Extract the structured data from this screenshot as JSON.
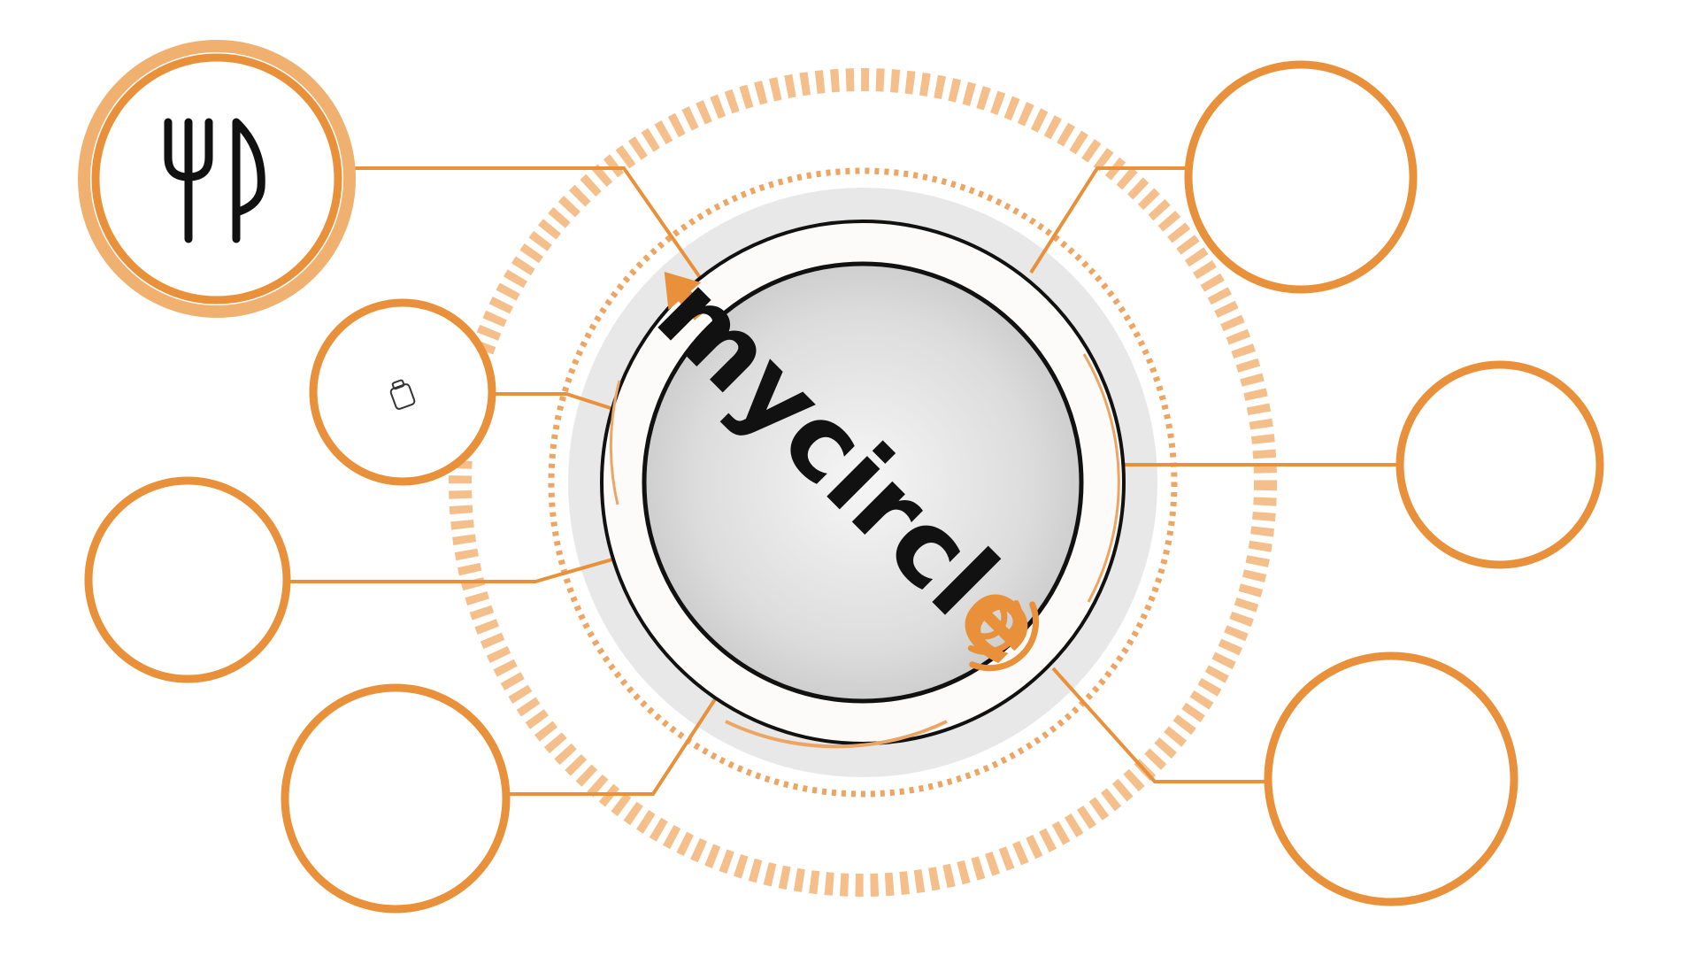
{
  "logo": {
    "text_base": "mycircl",
    "text_accent": "e"
  },
  "colors": {
    "accent": "#E8913A",
    "accent_light": "#F4BF8A",
    "hub_outline": "#111111",
    "hub_fill": "#E6E6E6",
    "page_background": "#FFFFFF"
  },
  "nodes": [
    {
      "id": "dining",
      "icon": "fork-knife-icon",
      "selected": true
    },
    {
      "id": "suitcase",
      "icon": "suitcase-icon",
      "selected": false
    },
    {
      "id": "left-middle",
      "icon": "",
      "selected": false
    },
    {
      "id": "left-bottom",
      "icon": "",
      "selected": false
    },
    {
      "id": "right-top",
      "icon": "",
      "selected": false
    },
    {
      "id": "right-middle",
      "icon": "",
      "selected": false
    },
    {
      "id": "right-bottom",
      "icon": "",
      "selected": false
    }
  ]
}
